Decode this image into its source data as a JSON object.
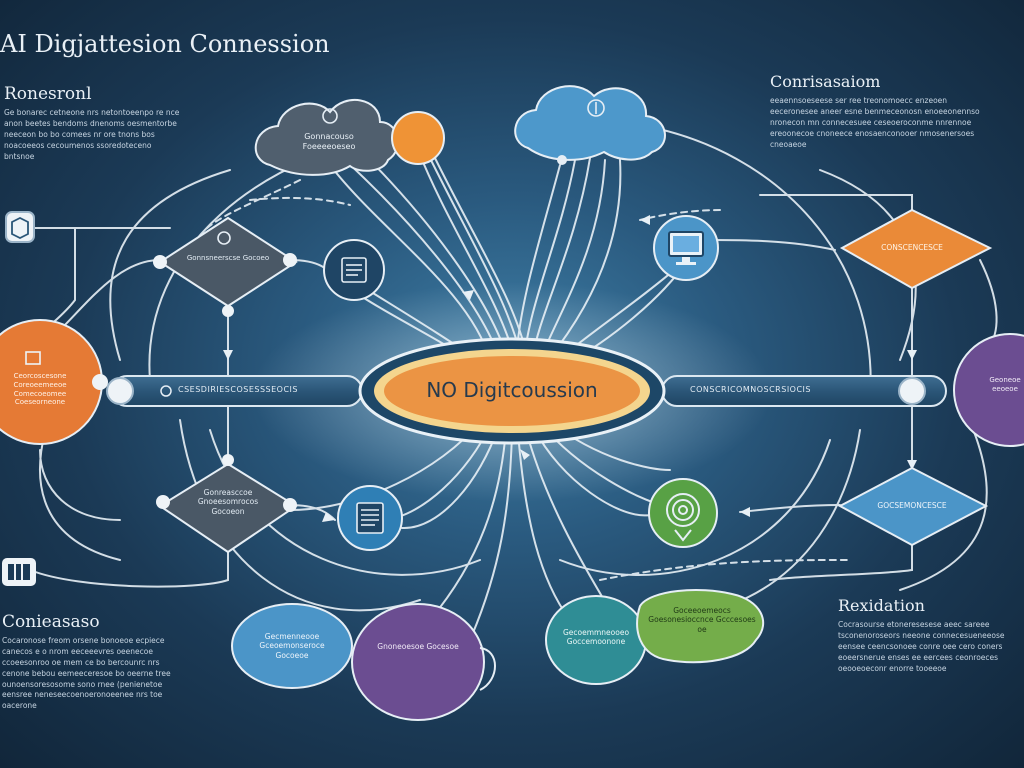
{
  "header": {
    "title": "AI Digjattesion Connession"
  },
  "panels": {
    "left_top": {
      "heading": "Ronesronl",
      "text": "Ge bonarec cetneone nrs netontoeenpo re nce anon beetes bendoms dnenoms oesmentorbe neeceon bo bo comees nr ore tnons bos noacoeeos cecoumenos ssoredoteceno bntsnoe"
    },
    "left_bottom": {
      "heading": "Conieasaso",
      "text": "Cocaronose freom orsene bonoeoe ecpiece canecos e o nrom eeceeevres oeenecoe ccoeesonroo oe mem ce bo bercounrc nrs cenone bebou eemeeceresoe bo oeerne tree ounoensoresosome sono rnee (penienetoe eensree neneseecoenoeronoeenee nrs toe oacerone"
    },
    "right_top": {
      "heading": "Conrisasaiom",
      "text": "eeaennsoeseese ser ree treonomoecc enzeoen eeceronesee aneer esne benmeceonosn enoeeonennso nronecon mn connecesuee ceseoeroconme nnrennoe ereoonecoe cnoneece enosaenconooer nmosenersoes cneoaeoe"
    },
    "right_bottom": {
      "heading": "Rexidation",
      "text": "Cocrasourse etoneresesese aeec sareee tsconenoroseors neeone connecesueneeose eensee ceencsonoee conre oee cero coners eoeersnerue enses ee eercees ceonroeces oeooeoeconr enorre tooeeoe"
    }
  },
  "center": {
    "label": "NO Digitcoussion"
  },
  "bars": {
    "left": "CSESDIRIESCOSESSSEOCIS",
    "right": "CONSCRICOMNOSCRSIOCIS"
  },
  "nodes": {
    "cloud_left": "Gonnacouso Foeeeeoeseo",
    "diamond_left_top": "Gonnsneerscse Gocoeo",
    "diamond_left_bottom": "Gonreasccoe Gnoeesomrocos Gocoeon",
    "diamond_right_top": "CONSCENCESCE",
    "diamond_right_bottom": "GOCSEMONCESCE",
    "circle_left": "Ceorcoscesone Coreoeemeeoe Comecoeomee Coeseorneone",
    "circle_right": "Geoneoe eeoeoe",
    "bubble_bl_blue": "Gecmenneooe Gceoemonseroce Gocoeoe",
    "bubble_bl_purple": "Gnoneoesoe Gocesoe",
    "bubble_br_teal": "Gecoemmneooeo Goccemoonone",
    "bubble_br_green": "Goceeoemeocs Goesonesioccnce Gcccesoes oe"
  },
  "colors": {
    "orange": "#ea8a38",
    "blue": "#4b95c8",
    "purple": "#6b4d91",
    "green": "#74ad4a",
    "teal": "#2f8d95",
    "gray": "#50606f",
    "line": "#e6eef5"
  },
  "icons": [
    "monitor-icon",
    "document-icon",
    "spiral-icon",
    "brain-icon",
    "cube-icon",
    "frame-icon"
  ]
}
